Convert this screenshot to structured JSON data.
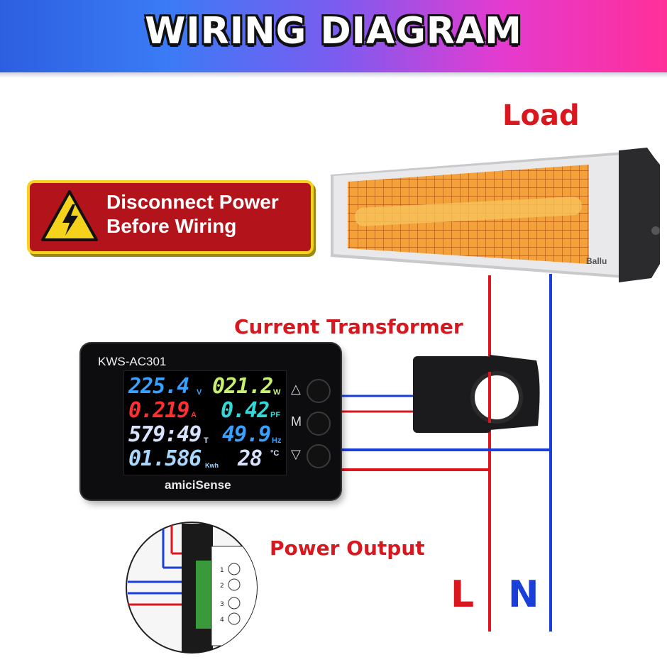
{
  "title": "WIRING DIAGRAM",
  "labels": {
    "load": "Load",
    "current_transformer": "Current Transformer",
    "power_output": "Power Output",
    "line": "L",
    "neutral": "N"
  },
  "warning": {
    "line1": "Disconnect Power",
    "line2": "Before Wiring"
  },
  "heater": {
    "brand": "Ballu"
  },
  "meter": {
    "model": "KWS-AC301",
    "brand": "amiciSense",
    "readings": {
      "voltage": "225.4",
      "voltage_unit": "V",
      "power": "021.2",
      "power_unit": "W",
      "current": "0.219",
      "current_unit": "A",
      "power_factor": "0.42",
      "power_factor_unit": "PF",
      "time": "579:49",
      "time_unit": "T",
      "frequency": "49.9",
      "frequency_unit": "Hz",
      "energy": "01.586",
      "energy_unit": "Kwh",
      "temperature": "28",
      "temperature_unit": "°C"
    },
    "buttons": {
      "up": "△",
      "mode": "M",
      "down": "▽"
    }
  },
  "terminals": [
    "1",
    "2",
    "3",
    "4"
  ],
  "colors": {
    "live_wire": "#e0141c",
    "neutral_wire": "#1a3fd8",
    "label_red": "#d8181e",
    "warning_bg": "#b3141b",
    "warning_border": "#f5d21c"
  }
}
